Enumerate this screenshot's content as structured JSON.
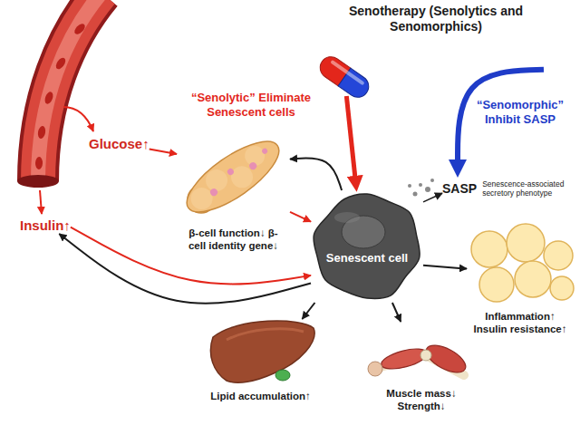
{
  "diagram": {
    "nodes": [
      {
        "text": [
          "Senotherapy (Senolytics and Senomorphics)"
        ]
      },
      {
        "text": [
          "Glucose↑"
        ]
      },
      {
        "text": [
          "Insulin↑"
        ]
      },
      {
        "text": [
          "β-cell function↓ β-cell identity gene↓"
        ]
      },
      {
        "text": [
          "Senescent cell"
        ]
      },
      {
        "text": [
          "SASP",
          "Senescence-associated secretory phenotype"
        ]
      },
      {
        "text": [
          "Inflammation↑ Insulin resistance↑"
        ]
      },
      {
        "text": [
          "Lipid accumulation↑"
        ]
      },
      {
        "text": [
          "Muscle mass↓ Strength↓"
        ]
      }
    ],
    "edges": [
      {
        "from": 0,
        "to": 4,
        "arrow": "to",
        "label": "“Senolytic” Eliminate Senescent cells"
      },
      {
        "from": 0,
        "to": 5,
        "arrow": "to",
        "label": "“Senomorphic” Inhibit SASP"
      },
      {
        "from": 1,
        "to": 3,
        "arrow": "to"
      },
      {
        "from": 3,
        "to": 4,
        "arrow": "to"
      },
      {
        "from": 2,
        "to": 4,
        "arrow": "to"
      },
      {
        "from": 4,
        "to": 2,
        "arrow": "to"
      },
      {
        "from": 4,
        "to": 3,
        "arrow": "to"
      },
      {
        "from": 4,
        "to": 5,
        "arrow": "to"
      },
      {
        "from": 4,
        "to": 6,
        "arrow": "to"
      },
      {
        "from": 4,
        "to": 7,
        "arrow": "to"
      },
      {
        "from": 4,
        "to": 8,
        "arrow": "to"
      }
    ]
  }
}
